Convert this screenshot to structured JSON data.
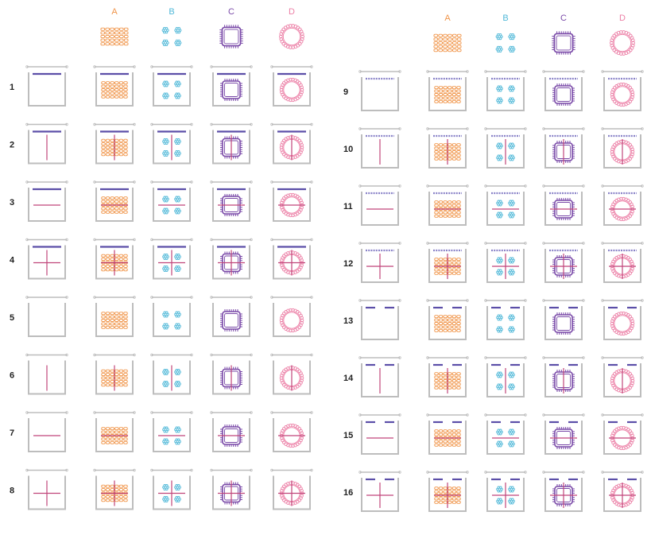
{
  "columns": [
    {
      "key": "A",
      "label": "A",
      "color": "#f0954a",
      "pattern": "dense-rods-grid"
    },
    {
      "key": "B",
      "label": "B",
      "color": "#4fb8d8",
      "pattern": "flower-clusters-2x2"
    },
    {
      "key": "C",
      "label": "C",
      "color": "#7a4aa8",
      "pattern": "square-ring-with-pins"
    },
    {
      "key": "D",
      "label": "D",
      "color": "#ec7fa6",
      "pattern": "circular-ring-of-beads"
    }
  ],
  "panels": [
    {
      "rows": [
        "1",
        "2",
        "3",
        "4",
        "5",
        "6",
        "7",
        "8"
      ]
    },
    {
      "rows": [
        "9",
        "10",
        "11",
        "12",
        "13",
        "14",
        "15",
        "16"
      ]
    }
  ],
  "row_configs": {
    "1": {
      "top": "solid-bar",
      "cut": "none"
    },
    "2": {
      "top": "solid-bar",
      "cut": "vertical"
    },
    "3": {
      "top": "solid-bar",
      "cut": "horizontal"
    },
    "4": {
      "top": "solid-bar",
      "cut": "cross"
    },
    "5": {
      "top": "none",
      "cut": "none"
    },
    "6": {
      "top": "none",
      "cut": "vertical"
    },
    "7": {
      "top": "none",
      "cut": "horizontal"
    },
    "8": {
      "top": "none",
      "cut": "cross"
    },
    "9": {
      "top": "dashed-bar",
      "cut": "none"
    },
    "10": {
      "top": "dashed-bar",
      "cut": "vertical"
    },
    "11": {
      "top": "dashed-bar",
      "cut": "horizontal"
    },
    "12": {
      "top": "dashed-bar",
      "cut": "cross"
    },
    "13": {
      "top": "split-bar",
      "cut": "none"
    },
    "14": {
      "top": "split-bar",
      "cut": "vertical"
    },
    "15": {
      "top": "split-bar",
      "cut": "horizontal"
    },
    "16": {
      "top": "split-bar",
      "cut": "cross"
    }
  },
  "colors": {
    "container": "#bdbdbd",
    "top_bar": "#5b4ea8",
    "top_bar_light": "#8a83c8",
    "cut_line": "#c0457a",
    "background": "#ffffff"
  }
}
